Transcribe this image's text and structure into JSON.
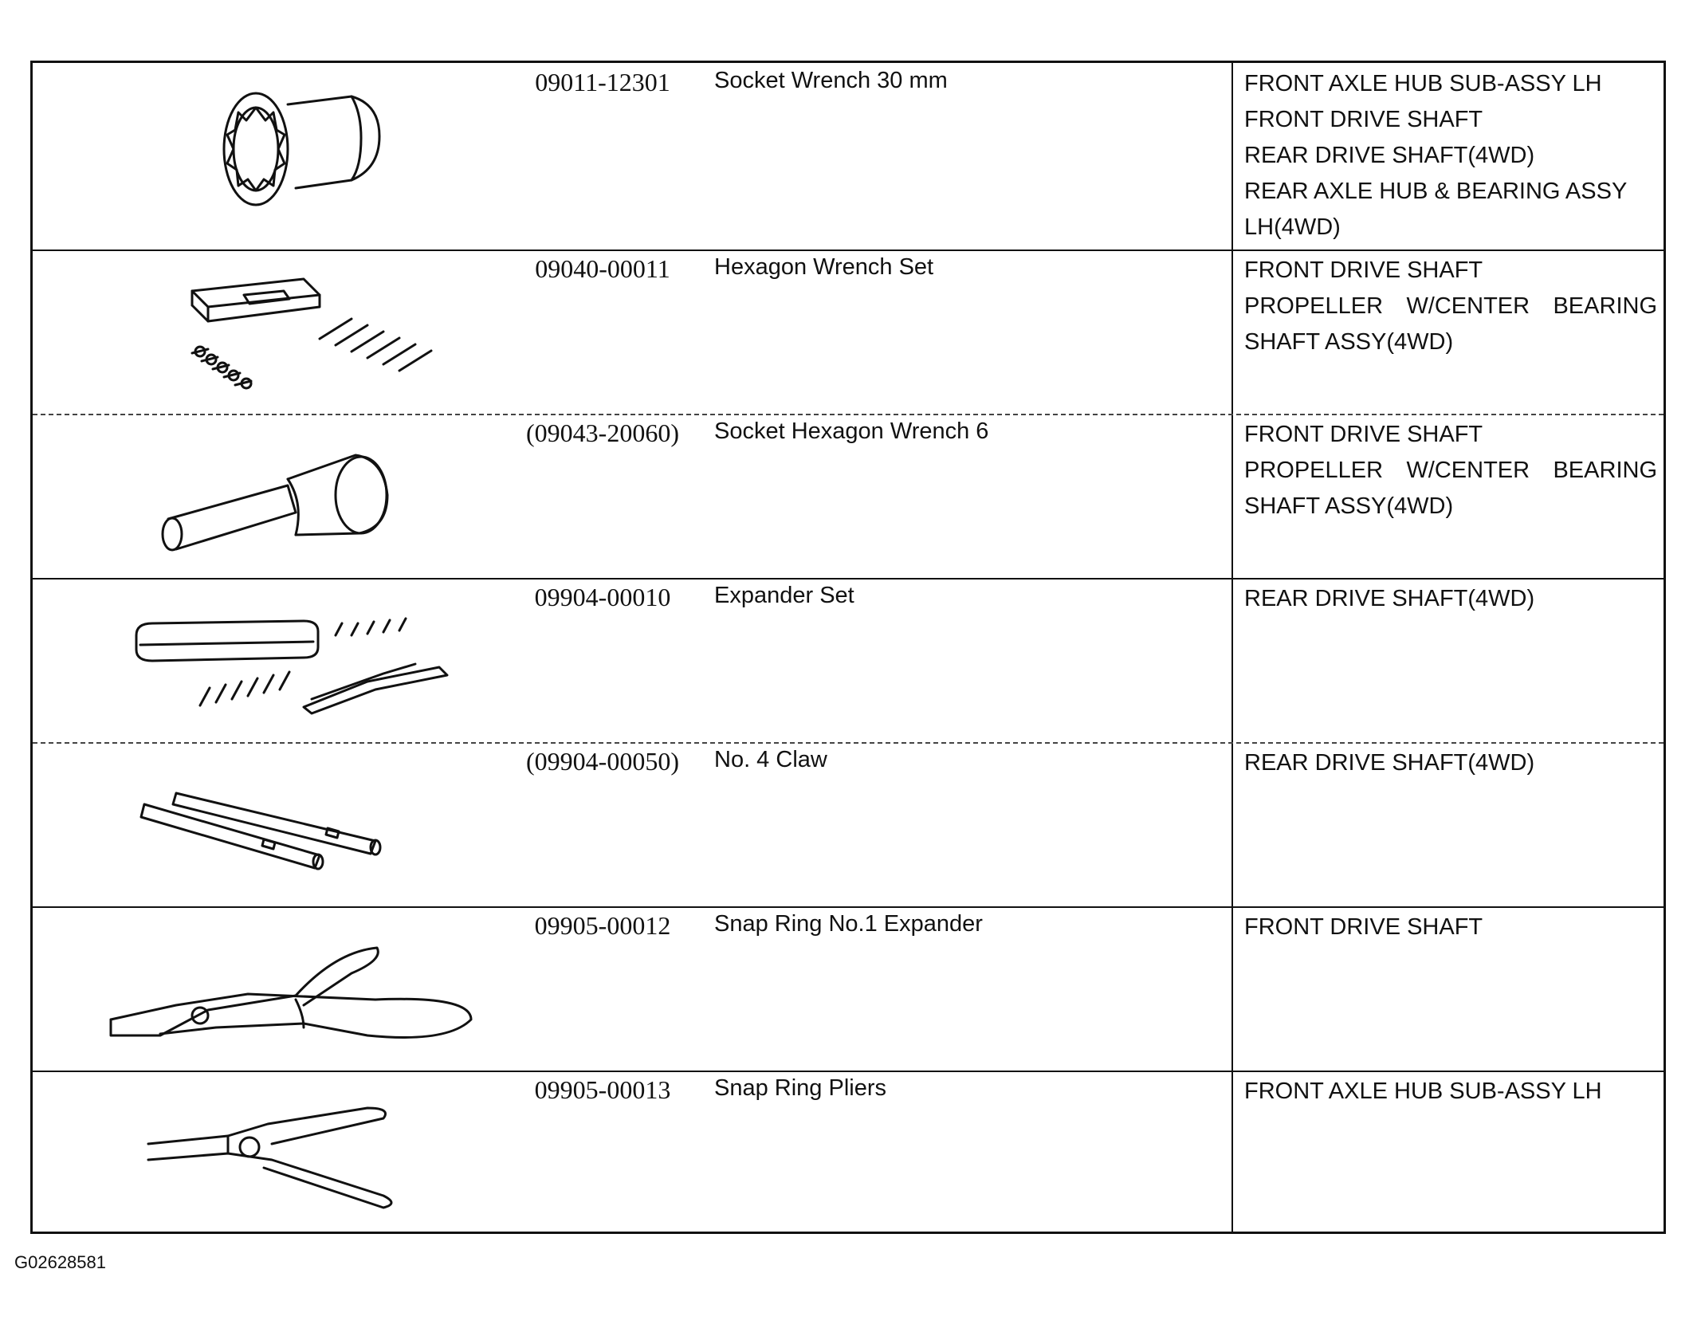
{
  "tools": [
    {
      "part_no": "09011-12301",
      "name": "Socket Wrench 30 mm",
      "uses": [
        "FRONT AXLE HUB SUB-ASSY LH",
        "FRONT DRIVE SHAFT",
        "REAR DRIVE SHAFT(4WD)",
        "REAR AXLE HUB & BEARING ASSY",
        "LH(4WD)"
      ],
      "icon": "socket-wrench-icon"
    },
    {
      "part_no": "09040-00011",
      "name": "Hexagon Wrench Set",
      "uses": [
        "FRONT DRIVE SHAFT",
        "PROPELLER W/CENTER BEARING",
        "SHAFT ASSY(4WD)"
      ],
      "icon": "hexagon-wrench-set-icon"
    },
    {
      "part_no": "(09043-20060)",
      "name": "Socket Hexagon Wrench 6",
      "uses": [
        "FRONT DRIVE SHAFT",
        "PROPELLER W/CENTER BEARING",
        "SHAFT ASSY(4WD)"
      ],
      "icon": "socket-hexagon-wrench-icon"
    },
    {
      "part_no": "09904-00010",
      "name": "Expander Set",
      "uses": [
        "REAR DRIVE SHAFT(4WD)"
      ],
      "icon": "expander-set-icon"
    },
    {
      "part_no": "(09904-00050)",
      "name": "No. 4 Claw",
      "uses": [
        "REAR DRIVE SHAFT(4WD)"
      ],
      "icon": "claw-icon"
    },
    {
      "part_no": "09905-00012",
      "name": "Snap Ring No.1 Expander",
      "uses": [
        "FRONT DRIVE SHAFT"
      ],
      "icon": "snap-ring-expander-icon"
    },
    {
      "part_no": "09905-00013",
      "name": "Snap Ring Pliers",
      "uses": [
        "FRONT AXLE HUB SUB-ASSY LH"
      ],
      "icon": "snap-ring-pliers-icon"
    }
  ],
  "figure_id": "G02628581"
}
